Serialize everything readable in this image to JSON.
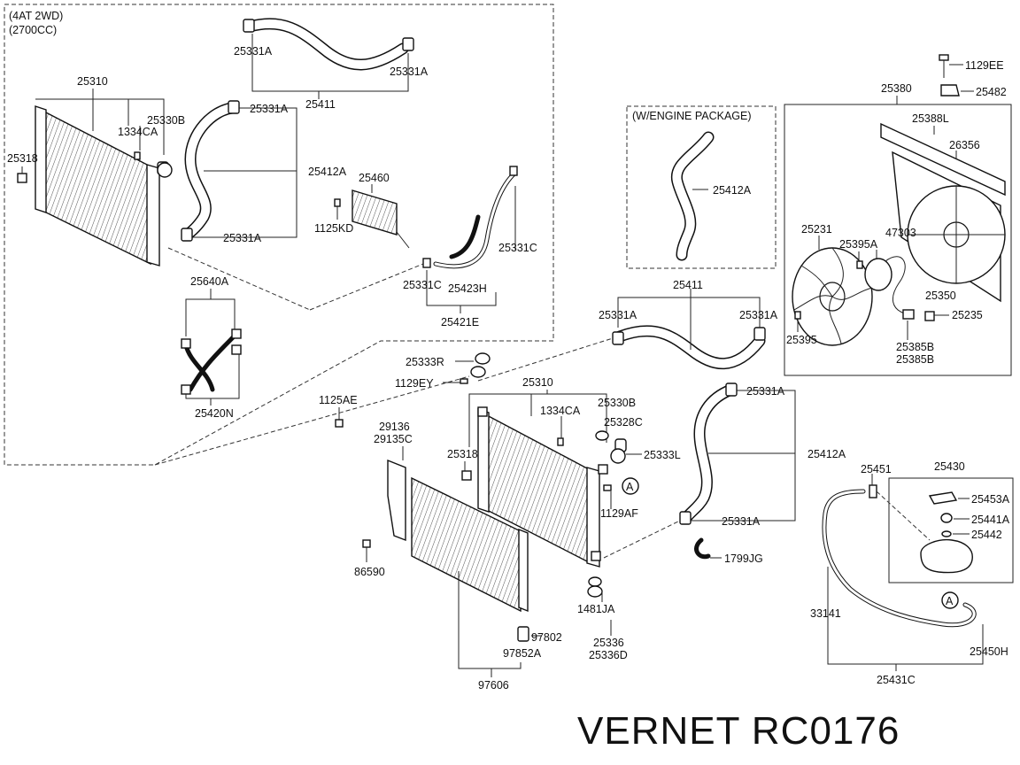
{
  "notes": {
    "variant_line1": "(4AT 2WD)",
    "variant_line2": "(2700CC)",
    "engine_package": "(W/ENGINE PACKAGE)"
  },
  "labels": {
    "l25331A_a": "25331A",
    "l25331A_b": "25331A",
    "l25411_top": "25411",
    "l25310_top": "25310",
    "l25330B_top": "25330B",
    "l1334CA_top": "1334CA",
    "l25318_top": "25318",
    "l25331A_c": "25331A",
    "l25412A_top": "25412A",
    "l25460": "25460",
    "l1125KD": "1125KD",
    "l25331A_d": "25331A",
    "l25331C_a": "25331C",
    "l25331C_b": "25331C",
    "l25423H": "25423H",
    "l25421E": "25421E",
    "l25640A": "25640A",
    "l25420N": "25420N",
    "l25412A_pkg": "25412A",
    "l1129EE": "1129EE",
    "l25482": "25482",
    "l25380": "25380",
    "l25388L": "25388L",
    "l26356": "26356",
    "l25231": "25231",
    "l47303": "47303",
    "l25395A": "25395A",
    "l25350": "25350",
    "l25235": "25235",
    "l25395": "25395",
    "l25385B_a": "25385B",
    "l25385B_b": "25385B",
    "l25411_mid": "25411",
    "l25331A_e": "25331A",
    "l25331A_f": "25331A",
    "l25333R": "25333R",
    "l1129EY": "1129EY",
    "l25310_mid": "25310",
    "l1125AE": "1125AE",
    "l1334CA_mid": "1334CA",
    "l25330B_mid": "25330B",
    "l25328C": "25328C",
    "l29136": "29136",
    "l29135C": "29135C",
    "l25318_mid": "25318",
    "l25333L": "25333L",
    "l25331A_g": "25331A",
    "l25412A_mid": "25412A",
    "l1129AF": "1129AF",
    "l25331A_h": "25331A",
    "l1799JG": "1799JG",
    "l86590": "86590",
    "l1481JA": "1481JA",
    "l97802": "97802",
    "l97852A": "97852A",
    "l25336": "25336",
    "l25336D": "25336D",
    "l97606": "97606",
    "l25451": "25451",
    "l25430": "25430",
    "l25453A": "25453A",
    "l25441A": "25441A",
    "l25442": "25442",
    "l33141": "33141",
    "l25450H": "25450H",
    "l25431C": "25431C",
    "marker_a1": "A",
    "marker_a2": "A"
  },
  "caption": "VERNET RC0176"
}
